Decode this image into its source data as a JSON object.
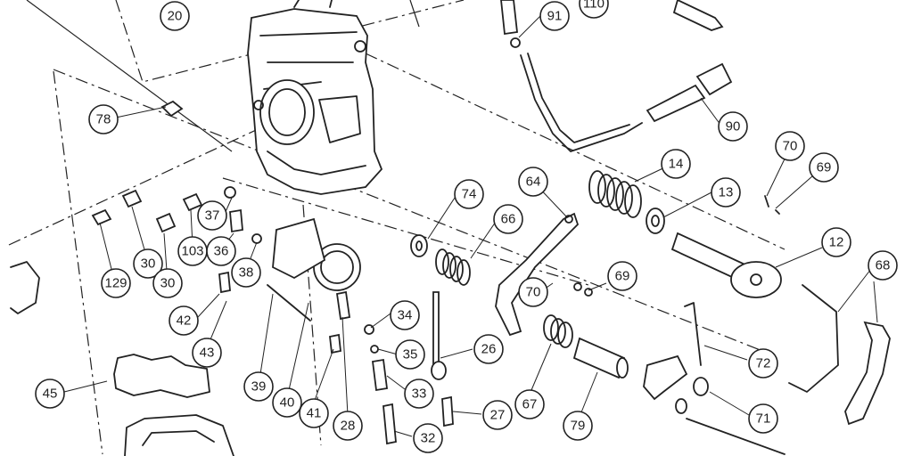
{
  "callouts": [
    {
      "id": "c20",
      "label": "20"
    },
    {
      "id": "c91",
      "label": "91"
    },
    {
      "id": "c110",
      "label": "110"
    },
    {
      "id": "c78",
      "label": "78"
    },
    {
      "id": "c90",
      "label": "90"
    },
    {
      "id": "c70a",
      "label": "70"
    },
    {
      "id": "c14",
      "label": "14"
    },
    {
      "id": "c69a",
      "label": "69"
    },
    {
      "id": "c74",
      "label": "74"
    },
    {
      "id": "c64",
      "label": "64"
    },
    {
      "id": "c13",
      "label": "13"
    },
    {
      "id": "c66",
      "label": "66"
    },
    {
      "id": "c37",
      "label": "37"
    },
    {
      "id": "c12",
      "label": "12"
    },
    {
      "id": "c68",
      "label": "68"
    },
    {
      "id": "c129",
      "label": "129"
    },
    {
      "id": "c30a",
      "label": "30"
    },
    {
      "id": "c30b",
      "label": "30"
    },
    {
      "id": "c103",
      "label": "103"
    },
    {
      "id": "c36",
      "label": "36"
    },
    {
      "id": "c38",
      "label": "38"
    },
    {
      "id": "c69b",
      "label": "69"
    },
    {
      "id": "c70b",
      "label": "70"
    },
    {
      "id": "c42",
      "label": "42"
    },
    {
      "id": "c34",
      "label": "34"
    },
    {
      "id": "c43",
      "label": "43"
    },
    {
      "id": "c35",
      "label": "35"
    },
    {
      "id": "c26",
      "label": "26"
    },
    {
      "id": "c72",
      "label": "72"
    },
    {
      "id": "c45",
      "label": "45"
    },
    {
      "id": "c39",
      "label": "39"
    },
    {
      "id": "c40",
      "label": "40"
    },
    {
      "id": "c41",
      "label": "41"
    },
    {
      "id": "c28",
      "label": "28"
    },
    {
      "id": "c33",
      "label": "33"
    },
    {
      "id": "c67",
      "label": "67"
    },
    {
      "id": "c79",
      "label": "79"
    },
    {
      "id": "c71",
      "label": "71"
    },
    {
      "id": "c27",
      "label": "27"
    },
    {
      "id": "c32",
      "label": "32"
    }
  ]
}
